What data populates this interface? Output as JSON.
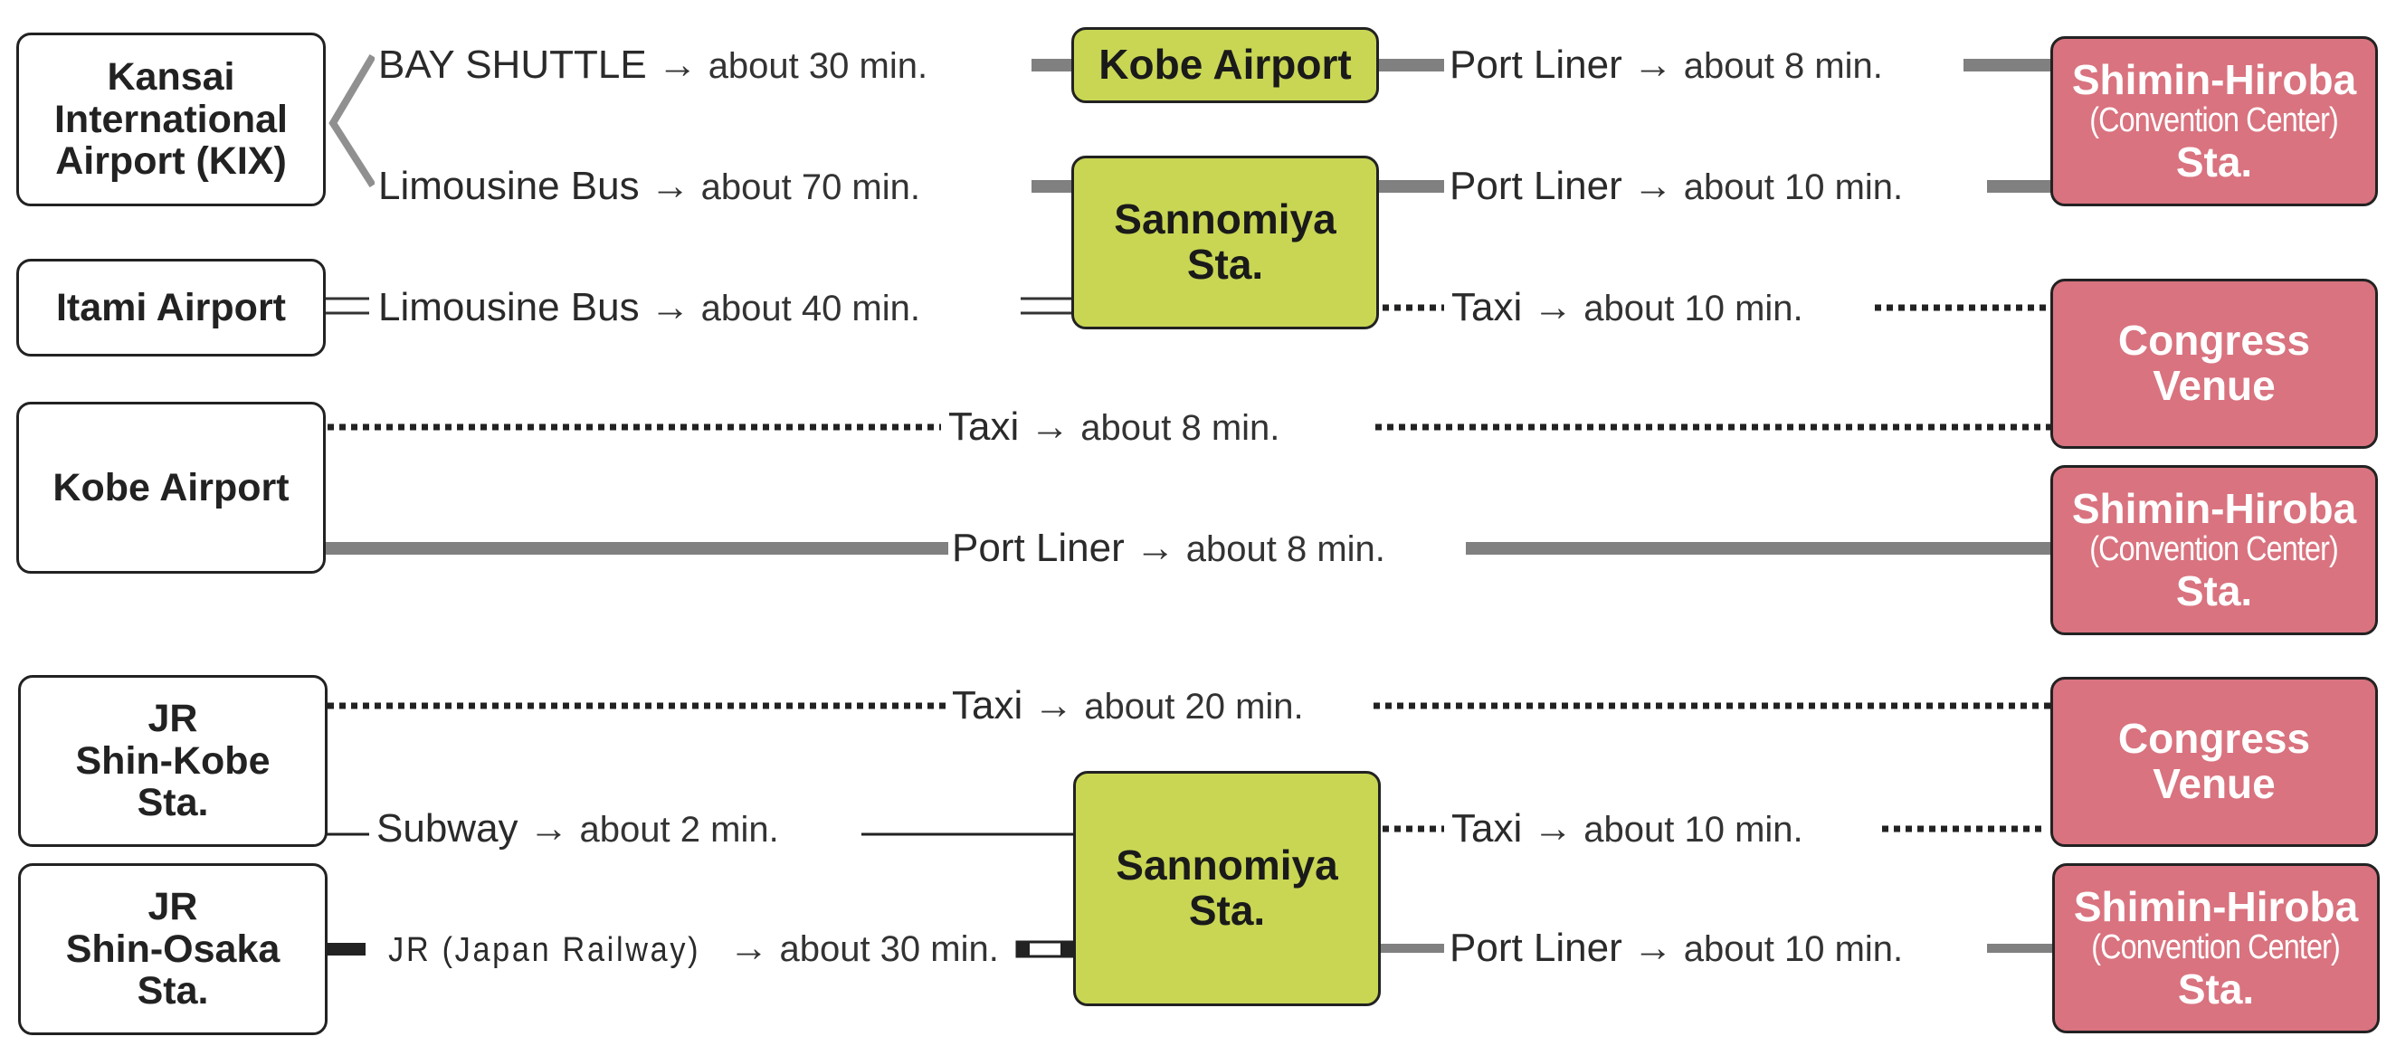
{
  "colors": {
    "hub_fill": "#c8d654",
    "destination_fill": "#d9737f",
    "rail_line": "#808080",
    "text": "#333333"
  },
  "nodes": {
    "kix": {
      "line1": "Kansai",
      "line2": "International",
      "line3": "Airport (KIX)"
    },
    "itami": {
      "label": "Itami Airport"
    },
    "kobe_airport_origin": {
      "label": "Kobe Airport"
    },
    "shin_kobe": {
      "line1": "JR",
      "line2": "Shin-Kobe",
      "line3": "Sta."
    },
    "shin_osaka": {
      "line1": "JR",
      "line2": "Shin-Osaka",
      "line3": "Sta."
    },
    "kobe_airport_hub": {
      "label": "Kobe Airport"
    },
    "sannomiya_1": {
      "line1": "Sannomiya",
      "line2": "Sta."
    },
    "sannomiya_2": {
      "line1": "Sannomiya",
      "line2": "Sta."
    },
    "shimin_1": {
      "line1": "Shimin-Hiroba",
      "line2": "(Convention Center)",
      "line3": "Sta."
    },
    "venue_1": {
      "line1": "Congress",
      "line2": "Venue"
    },
    "shimin_2": {
      "line1": "Shimin-Hiroba",
      "line2": "(Convention Center)",
      "line3": "Sta."
    },
    "venue_2": {
      "line1": "Congress",
      "line2": "Venue"
    },
    "shimin_3": {
      "line1": "Shimin-Hiroba",
      "line2": "(Convention Center)",
      "line3": "Sta."
    }
  },
  "routes": {
    "kix_bay_shuttle": {
      "mode": "BAY SHUTTLE",
      "arrow": "→",
      "duration": "about 30 min."
    },
    "kobe_port_liner": {
      "mode": "Port Liner",
      "arrow": "→",
      "duration": "about 8 min."
    },
    "kix_limousine": {
      "mode": "Limousine Bus",
      "arrow": "→",
      "duration": "about 70 min."
    },
    "sannomiya_port_liner": {
      "mode": "Port Liner",
      "arrow": "→",
      "duration": "about 10 min."
    },
    "itami_limousine": {
      "mode": "Limousine Bus",
      "arrow": "→",
      "duration": "about 40 min."
    },
    "sannomiya_taxi": {
      "mode": "Taxi",
      "arrow": "→",
      "duration": "about 10 min."
    },
    "kobe_taxi": {
      "mode": "Taxi",
      "arrow": "→",
      "duration": "about 8 min."
    },
    "kobe_port_liner_direct": {
      "mode": "Port Liner",
      "arrow": "→",
      "duration": "about 8 min."
    },
    "shinkobe_taxi": {
      "mode": "Taxi",
      "arrow": "→",
      "duration": "about 20 min."
    },
    "shinkobe_subway": {
      "mode": "Subway",
      "arrow": "→",
      "duration": "about 2 min."
    },
    "sannomiya2_taxi": {
      "mode": "Taxi",
      "arrow": "→",
      "duration": "about 10 min."
    },
    "shinosaka_jr": {
      "mode": "JR (Japan Railway)",
      "arrow": "→",
      "duration": "about 30 min."
    },
    "sannomiya2_port_liner": {
      "mode": "Port Liner",
      "arrow": "→",
      "duration": "about 10 min."
    }
  }
}
